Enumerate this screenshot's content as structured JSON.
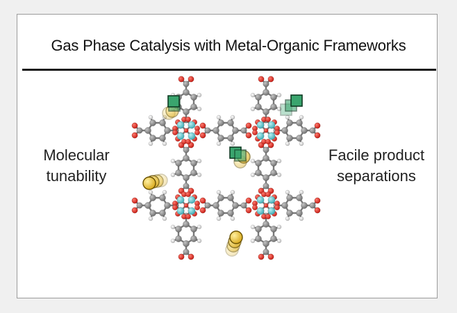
{
  "title": "Gas Phase Catalysis with Metal-Organic Frameworks",
  "left_label": [
    "Molecular",
    "tunability"
  ],
  "right_label": [
    "Facile product",
    "separations"
  ],
  "icons": {
    "framework": "mof-lattice-icon",
    "catalyst": "catalyst-square-icon",
    "molecule": "gas-molecule-icon"
  },
  "colors": {
    "carbon": "#8a8a8a",
    "oxygen": "#e0231a",
    "hydrogen": "#d9d9d9",
    "metal": "#5ec8d0",
    "catalyst_square": "#3aa56e",
    "molecule": "#e8c22c",
    "rule": "#1a1a1a"
  }
}
